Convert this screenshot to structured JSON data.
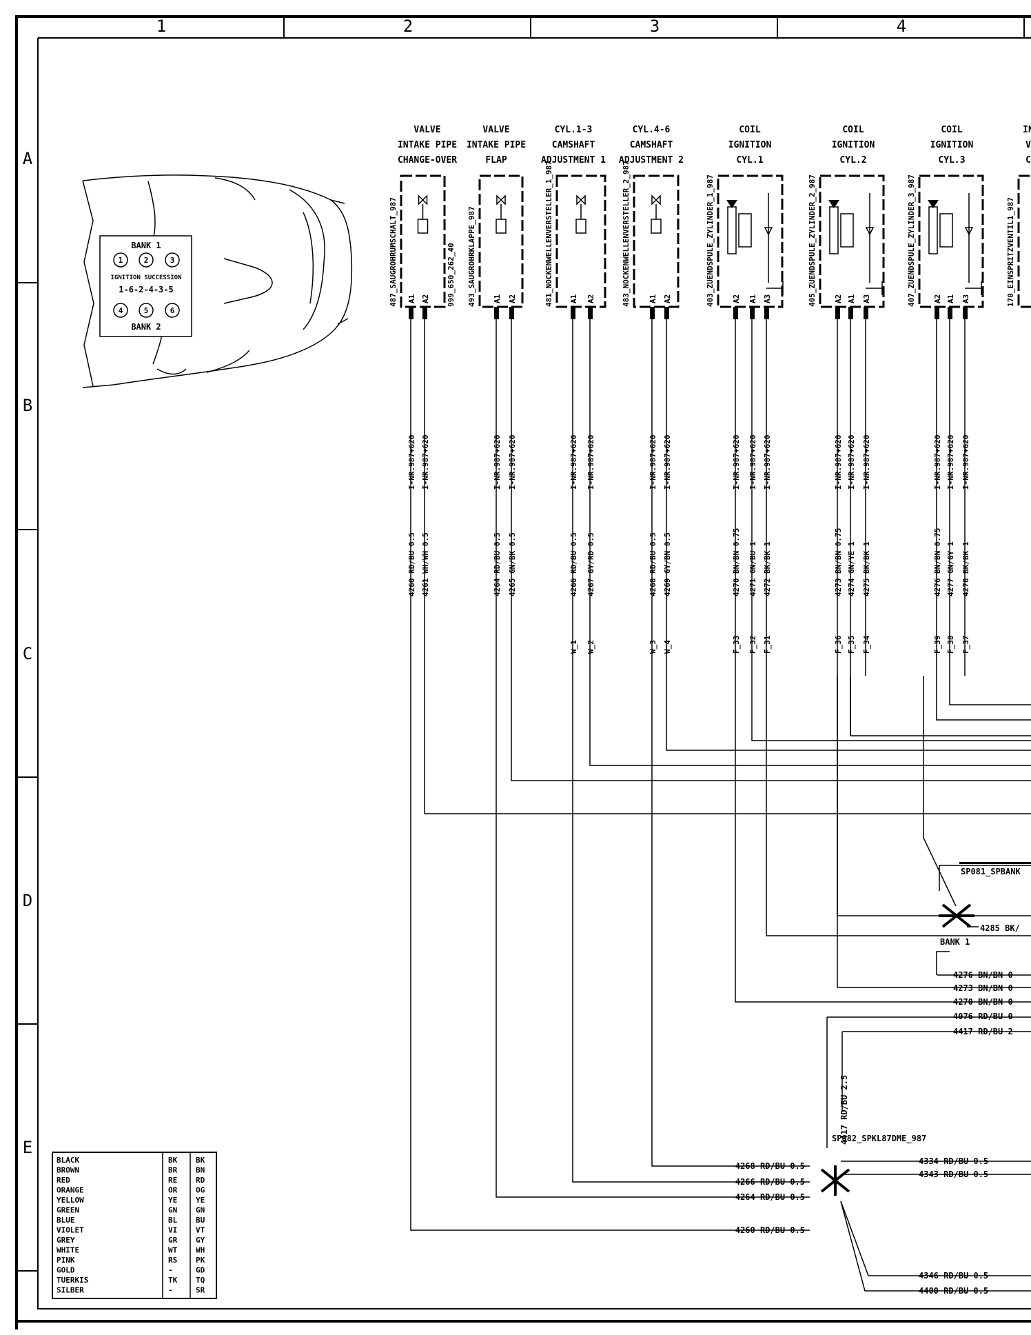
{
  "frame": {
    "columns": [
      "1",
      "2",
      "3",
      "4"
    ],
    "rows": [
      "A",
      "B",
      "C",
      "D",
      "E"
    ]
  },
  "engine": {
    "bank1": "BANK 1",
    "bank2": "BANK 2",
    "bank1_cyl": [
      "1",
      "2",
      "3"
    ],
    "bank2_cyl": [
      "4",
      "5",
      "6"
    ],
    "succession_label": "IGNITION SUCCESSION",
    "succession": "1-6-2-4-3-5"
  },
  "components": [
    {
      "h1": "VALVE",
      "h2": "INTAKE PIPE",
      "h3": "CHANGE-OVER",
      "ref": "487_SAUGROHRUMSCHALT_987",
      "extra": "999_650_262_40",
      "pins": [
        "A1",
        "A2"
      ],
      "wires": [
        {
          "cid": "4260 RD/BU 0.5",
          "inr": "I-NR.987+620"
        },
        {
          "cid": "4261 WH/WH 0.5",
          "inr": "I-NR.987+620"
        }
      ],
      "conn": [
        "",
        ""
      ]
    },
    {
      "h1": "VALVE",
      "h2": "INTAKE PIPE",
      "h3": "FLAP",
      "ref": "493_SAUGROHRKLAPPE_987",
      "pins": [
        "A1",
        "A2"
      ],
      "wires": [
        {
          "cid": "4264 RD/BU 0.5",
          "inr": "I-NR.987+620"
        },
        {
          "cid": "4265 GN/BK 0.5",
          "inr": "I-NR.987+620"
        }
      ],
      "conn": [
        "",
        ""
      ]
    },
    {
      "h1": "CYL.1-3",
      "h2": "CAMSHAFT",
      "h3": "ADJUSTMENT 1",
      "ref": "481_NOCKENWELLENVERSTELLER_1_987",
      "pins": [
        "A1",
        "A2"
      ],
      "wires": [
        {
          "cid": "4266 RD/BU 0.5",
          "inr": "I-NR.987+620"
        },
        {
          "cid": "4267 GY/RD 0.5",
          "inr": "I-NR.987+620"
        }
      ],
      "conn": [
        "W_1",
        "W_2"
      ]
    },
    {
      "h1": "CYL.4-6",
      "h2": "CAMSHAFT",
      "h3": "ADJUSTMENT 2",
      "ref": "483_NOCKENWELLENVERSTELLER_2_987",
      "pins": [
        "A1",
        "A2"
      ],
      "wires": [
        {
          "cid": "4268 RD/BU 0.5",
          "inr": "I-NR.987+620"
        },
        {
          "cid": "4269 GY/BN 0.5",
          "inr": "I-NR.987+620"
        }
      ],
      "conn": [
        "W_3",
        "W_4"
      ]
    },
    {
      "h1": "COIL",
      "h2": "IGNITION",
      "h3": "CYL.1",
      "ref": "403_ZUENDSPULE_ZYLINDER_1_987",
      "pins": [
        "A2",
        "A1",
        "A3"
      ],
      "wires": [
        {
          "cid": "4270 BN/BN 0.75",
          "inr": "I-NR.987+620"
        },
        {
          "cid": "4271 GN/BU 1",
          "inr": "I-NR.987+620"
        },
        {
          "cid": "4272 BK/BK 1",
          "inr": "I-NR.987+620"
        }
      ],
      "conn": [
        "F_33",
        "F_32",
        "F_31"
      ]
    },
    {
      "h1": "COIL",
      "h2": "IGNITION",
      "h3": "CYL.2",
      "ref": "405_ZUENDSPULE_ZYLINDER_2_987",
      "pins": [
        "A2",
        "A1",
        "A3"
      ],
      "wires": [
        {
          "cid": "4273 BN/BN 0.75",
          "inr": "I-NR.987+620"
        },
        {
          "cid": "4274 GN/YE 1",
          "inr": "I-NR.987+620"
        },
        {
          "cid": "4275 BK/BK 1",
          "inr": "I-NR.987+620"
        }
      ],
      "conn": [
        "F_36",
        "F_35",
        "F_34"
      ]
    },
    {
      "h1": "COIL",
      "h2": "IGNITION",
      "h3": "CYL.3",
      "ref": "407_ZUENDSPULE_ZYLINDER_3_987",
      "pins": [
        "A2",
        "A1",
        "A3"
      ],
      "wires": [
        {
          "cid": "4276 BN/BN 0.75",
          "inr": "I-NR.987+620"
        },
        {
          "cid": "4277 GN/GY 1",
          "inr": "I-NR.987+620"
        },
        {
          "cid": "4278 BK/BK 1",
          "inr": "I-NR.987+620"
        }
      ],
      "conn": [
        "F_39",
        "F_38",
        "F_37"
      ]
    },
    {
      "h1": "IN",
      "h2": "V",
      "h3": "C",
      "ref": "170_EINSPRITZVENTIL1_987",
      "pins": [],
      "wires": [],
      "conn": []
    }
  ],
  "splice1": {
    "name": "SP081_SPBANK",
    "bank": "BANK 1",
    "out": "4285 BK/",
    "list": [
      "4276 BN/BN 0",
      "4273 BN/BN 0",
      "4270 BN/BN 0",
      "4076 RD/BU 0",
      "4417 RD/BU 2"
    ]
  },
  "splice2": {
    "name": "SP082_SPKL87DME_987",
    "vertical": "4417 RD/BU 2.5",
    "left": [
      "4268 RD/BU 0.5",
      "4266 RD/BU 0.5",
      "4264 RD/BU 0.5",
      "4260 RD/BU 0.5"
    ],
    "right": [
      "4334 RD/BU 0.5",
      "4343 RD/BU 0.5",
      "4346 RD/BU 0.5",
      "4400 RD/BU 0.5"
    ]
  },
  "legend": [
    [
      "BLACK",
      "BK",
      "BK"
    ],
    [
      "BROWN",
      "BR",
      "BN"
    ],
    [
      "RED",
      "RE",
      "RD"
    ],
    [
      "ORANGE",
      "OR",
      "OG"
    ],
    [
      "YELLOW",
      "YE",
      "YE"
    ],
    [
      "GREEN",
      "GN",
      "GN"
    ],
    [
      "BLUE",
      "BL",
      "BU"
    ],
    [
      "VIOLET",
      "VI",
      "VT"
    ],
    [
      "GREY",
      "GR",
      "GY"
    ],
    [
      "WHITE",
      "WT",
      "WH"
    ],
    [
      "PINK",
      "RS",
      "PK"
    ],
    [
      "GOLD",
      "-",
      "GD"
    ],
    [
      "TUERKIS",
      "TK",
      "TQ"
    ],
    [
      "SILBER",
      "-",
      "SR"
    ]
  ]
}
